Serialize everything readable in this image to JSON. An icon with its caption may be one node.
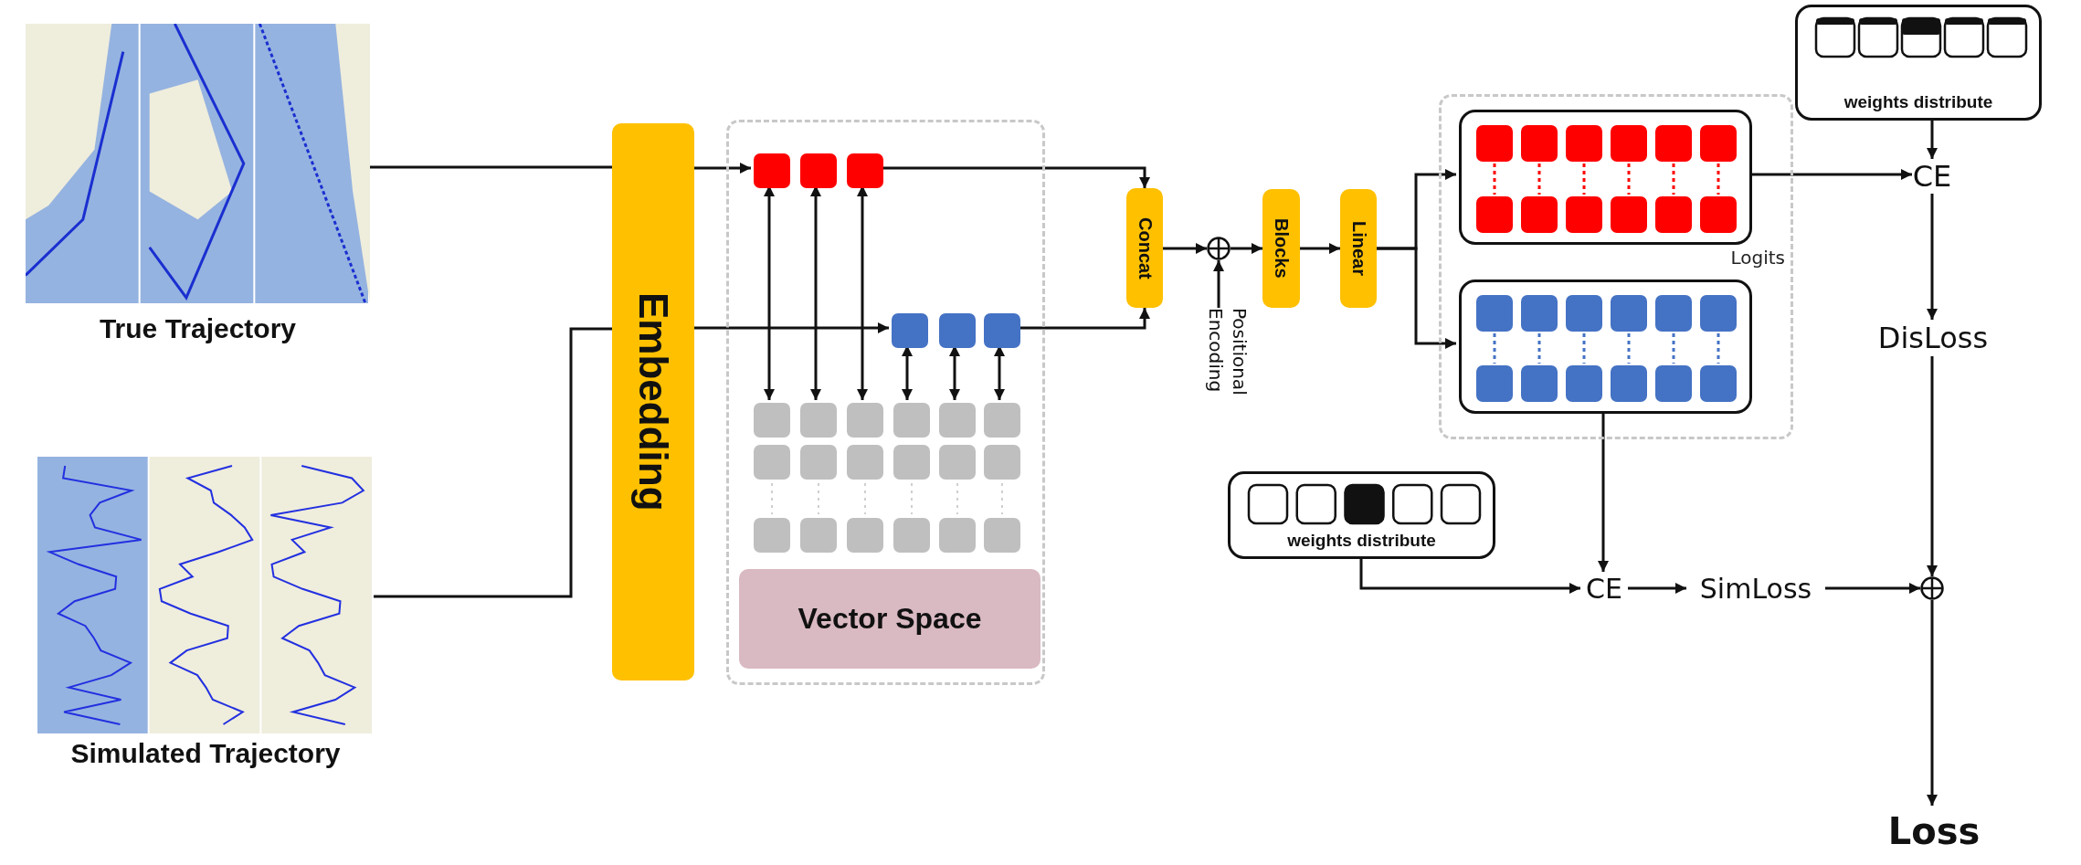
{
  "diagram": {
    "nodes": [
      {
        "text": [],
        "shape": "picture",
        "beside": [
          "True Trajectory"
        ]
      },
      {
        "text": [],
        "shape": "picture",
        "beside": [
          "Simulated Trajectory"
        ]
      },
      {
        "text": [
          "Embedding"
        ]
      },
      {
        "text": [],
        "shape": "box"
      },
      {
        "text": [],
        "shape": "box",
        "in": 3
      },
      {
        "text": [],
        "shape": "box",
        "in": 3
      },
      {
        "text": [],
        "shape": "box",
        "in": 3
      },
      {
        "text": [],
        "shape": "box",
        "in": 3
      },
      {
        "text": [],
        "shape": "box",
        "in": 3
      },
      {
        "text": [],
        "shape": "box",
        "in": 3
      },
      {
        "text": [],
        "shape": "box",
        "in": 3
      },
      {
        "text": [
          "Vector Space"
        ],
        "in": 3
      },
      {
        "text": [
          "Concat"
        ]
      },
      {
        "text": [],
        "shape": "circle"
      },
      {
        "text": [
          "Positional Encoding"
        ]
      },
      {
        "text": [
          "Blocks"
        ]
      },
      {
        "text": [
          "Linear"
        ]
      },
      {
        "text": [
          "Logits"
        ]
      },
      {
        "text": [],
        "shape": "box",
        "in": 17
      },
      {
        "text": [],
        "shape": "box",
        "in": 17
      },
      {
        "text": [
          "weights distribute"
        ]
      },
      {
        "text": [
          "CE"
        ]
      },
      {
        "text": [
          "DisLoss"
        ]
      },
      {
        "text": [
          "weights distribute"
        ]
      },
      {
        "text": [
          "CE"
        ]
      },
      {
        "text": [
          "SimLoss"
        ]
      },
      {
        "text": [],
        "shape": "circle"
      },
      {
        "text": [
          "Loss"
        ]
      }
    ],
    "edges": [
      {
        "from": 0,
        "to": 2,
        "arrow": "none"
      },
      {
        "from": 2,
        "to": 4,
        "arrow": "to"
      },
      {
        "from": 1,
        "to": 2,
        "arrow": "none"
      },
      {
        "from": 2,
        "to": 7,
        "arrow": "to"
      },
      {
        "from": 4,
        "to": 10,
        "arrow": "both"
      },
      {
        "from": 5,
        "to": 10,
        "arrow": "both"
      },
      {
        "from": 6,
        "to": 10,
        "arrow": "both"
      },
      {
        "from": 7,
        "to": 10,
        "arrow": "both"
      },
      {
        "from": 8,
        "to": 10,
        "arrow": "both"
      },
      {
        "from": 9,
        "to": 10,
        "arrow": "both"
      },
      {
        "from": 6,
        "to": 12,
        "arrow": "to"
      },
      {
        "from": 9,
        "to": 12,
        "arrow": "to"
      },
      {
        "from": 12,
        "to": 13,
        "arrow": "to"
      },
      {
        "from": 14,
        "to": 13,
        "arrow": "to"
      },
      {
        "from": 13,
        "to": 15,
        "arrow": "to"
      },
      {
        "from": 15,
        "to": 16,
        "arrow": "to"
      },
      {
        "from": 16,
        "to": 18,
        "arrow": "to"
      },
      {
        "from": 16,
        "to": 19,
        "arrow": "to"
      },
      {
        "from": 18,
        "to": 21,
        "arrow": "to"
      },
      {
        "from": 20,
        "to": 21,
        "arrow": "to"
      },
      {
        "from": 21,
        "to": 22,
        "arrow": "to"
      },
      {
        "from": 22,
        "to": 26,
        "arrow": "to"
      },
      {
        "from": 19,
        "to": 24,
        "arrow": "to"
      },
      {
        "from": 23,
        "to": 24,
        "arrow": "to"
      },
      {
        "from": 24,
        "to": 25,
        "arrow": "to"
      },
      {
        "from": 25,
        "to": 26,
        "arrow": "to"
      },
      {
        "from": 26,
        "to": 27,
        "arrow": "to"
      }
    ]
  }
}
